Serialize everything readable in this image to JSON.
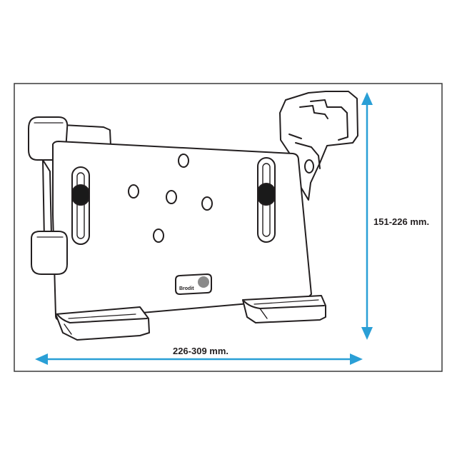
{
  "diagram": {
    "brand": "Brodit",
    "dimensions": {
      "height_label": "151-226 mm.",
      "width_label": "226-309 mm."
    },
    "colors": {
      "arrow": "#2a9fd6",
      "outline": "#231f20",
      "frame": "#3a3a3a",
      "knob": "#1a1a1a",
      "logo_circle": "#8a8a8a"
    }
  }
}
